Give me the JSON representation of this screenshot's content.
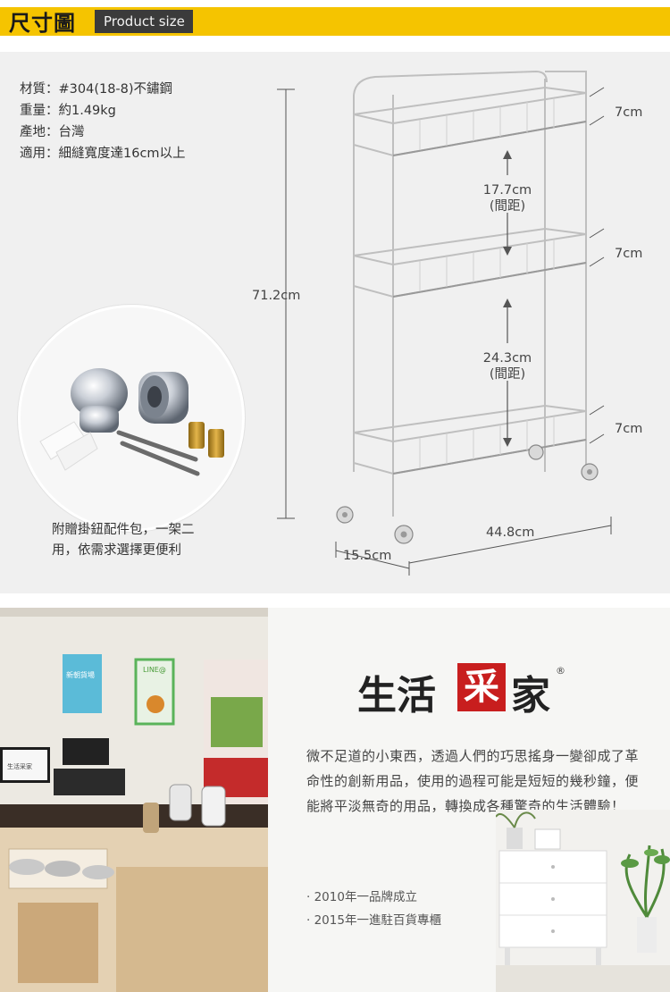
{
  "header": {
    "title": "尺寸圖",
    "subtitle": "Product size",
    "accent_color": "#f5c400"
  },
  "specs": [
    {
      "label": "材質：",
      "value": "#304(18-8)不鏽鋼"
    },
    {
      "label": "重量：",
      "value": "約1.49kg"
    },
    {
      "label": "產地：",
      "value": "台灣"
    },
    {
      "label": "適用：",
      "value": "細縫寬度達16cm以上"
    }
  ],
  "dimensions": {
    "height": "71.2cm",
    "basket_depth_1": "7cm",
    "basket_depth_2": "7cm",
    "basket_depth_3": "7cm",
    "gap_1": "17.7cm",
    "gap_1_note": "(間距)",
    "gap_2": "24.3cm",
    "gap_2_note": "(間距)",
    "length": "44.8cm",
    "width": "15.5cm"
  },
  "accessory": {
    "caption_line1": "附贈掛鈕配件包，一架二",
    "caption_line2": "用，依需求選擇更便利"
  },
  "brand": {
    "logo_left": "生活",
    "logo_seal": "采",
    "logo_right": "家",
    "registered_mark": "®",
    "brand_color": "#c81e1e",
    "description": "微不足道的小東西，透過人們的巧思搖身一變卻成了革命性的創新用品，使用的過程可能是短短的幾秒鐘，便能將平淡無奇的用品，轉換成各種驚奇的生活體驗！",
    "milestones": [
      "· 2010年一品牌成立",
      "· 2015年一進駐百貨專櫃"
    ]
  },
  "photo": {
    "poster_1": "新朝貨場",
    "poster_2": "LINE@",
    "store_sign": "生活采家"
  }
}
